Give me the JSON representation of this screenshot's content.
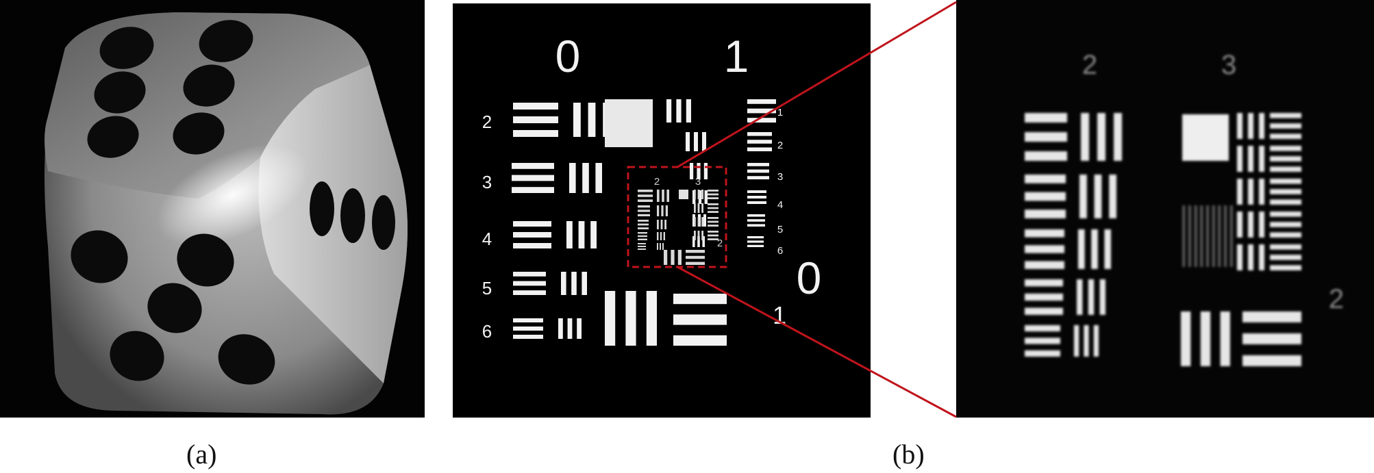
{
  "figure": {
    "panel_a": {
      "caption": "(a)",
      "subject": "die-photo"
    },
    "panel_b": {
      "caption": "(b)",
      "group_labels": {
        "top_left": "0",
        "top_right": "1",
        "side": "0"
      },
      "left_element_labels": [
        "2",
        "3",
        "4",
        "5",
        "6"
      ],
      "right_element_labels": [
        "1",
        "2",
        "3",
        "4",
        "5",
        "6"
      ],
      "bottom_element_label": "1",
      "inset_group_labels": [
        "2",
        "3"
      ],
      "inset_side_label": "2"
    },
    "zoom": {
      "group_labels": [
        "2",
        "3"
      ],
      "side_label": "2"
    },
    "colors": {
      "background": "#000000",
      "bars": "#f2f2f2",
      "callout": "#c0141c"
    }
  }
}
